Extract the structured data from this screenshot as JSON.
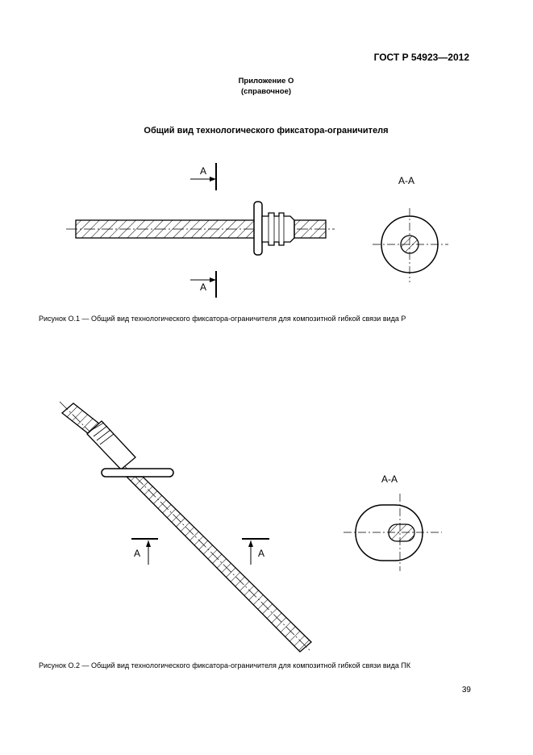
{
  "header": {
    "doc_id": "ГОСТ Р 54923—2012"
  },
  "appendix": {
    "title": "Приложение О",
    "type": "(справочное)"
  },
  "main_title": "Общий вид технологического фиксатора-ограничителя",
  "figure1": {
    "section_mark_top": "А",
    "section_mark_bottom": "А",
    "section_view_label": "А-А",
    "caption": "Рисунок  О.1 — Общий вид технологического фиксатора-ограничителя для композитной гибкой связи вида Р"
  },
  "figure2": {
    "section_mark_left": "А",
    "section_mark_right": "А",
    "section_view_label": "А-А",
    "caption": "Рисунок  О.2 — Общий вид технологического фиксатора-ограничителя для композитной гибкой связи вида ПК"
  },
  "page_number": "39"
}
